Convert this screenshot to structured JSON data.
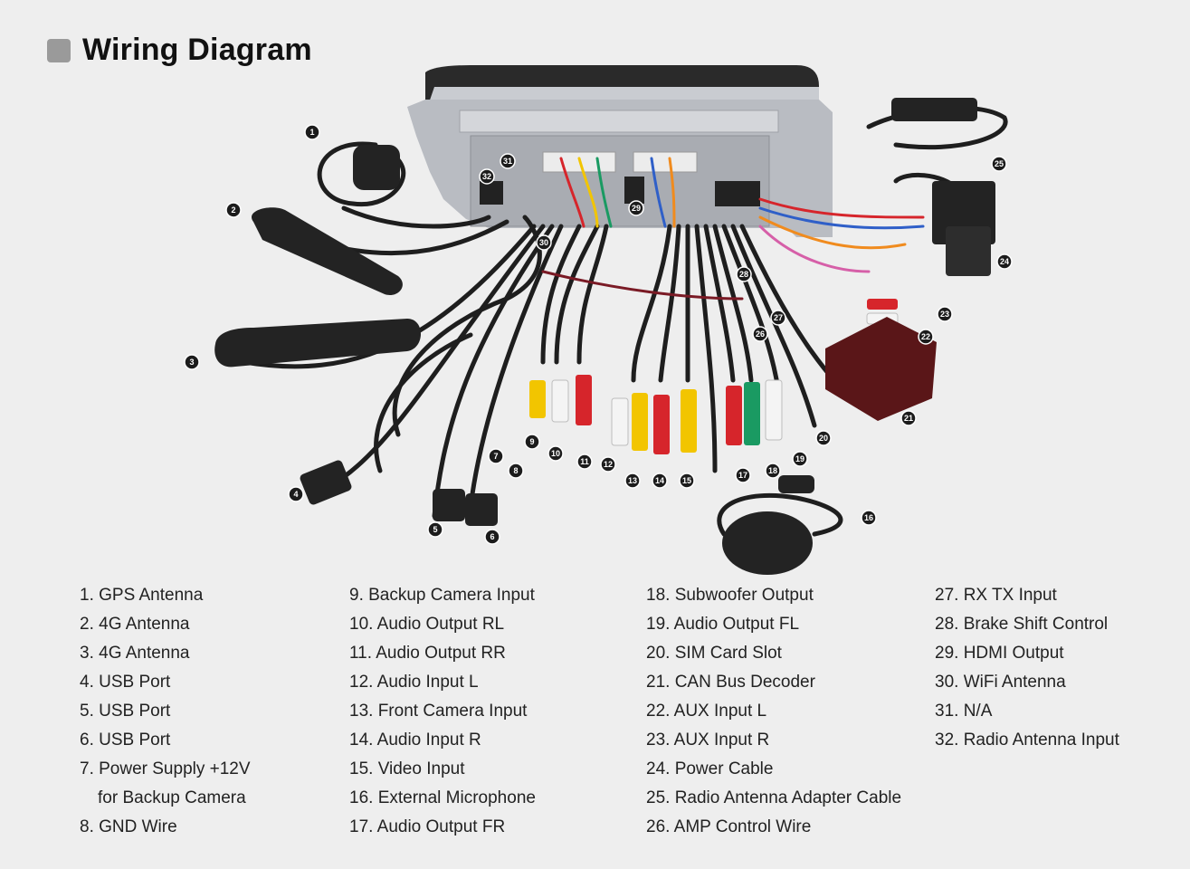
{
  "title": "Wiring Diagram",
  "callouts": [
    "1",
    "2",
    "3",
    "4",
    "5",
    "6",
    "7",
    "8",
    "9",
    "10",
    "11",
    "12",
    "13",
    "14",
    "15",
    "16",
    "17",
    "18",
    "19",
    "20",
    "21",
    "22",
    "23",
    "24",
    "25",
    "26",
    "27",
    "28",
    "29",
    "30",
    "31",
    "32"
  ],
  "legend": {
    "col1": [
      "1. GPS Antenna",
      "2. 4G Antenna",
      "3. 4G Antenna",
      "4. USB Port",
      "5. USB Port",
      "6. USB Port",
      "7. Power Supply +12V",
      "for Backup Camera",
      "8. GND Wire"
    ],
    "col2": [
      "9. Backup Camera Input",
      "10. Audio Output RL",
      "11. Audio Output RR",
      "12. Audio Input L",
      "13. Front Camera Input",
      "14. Audio Input R",
      "15. Video Input",
      "16. External Microphone",
      "17. Audio Output FR"
    ],
    "col3": [
      "18. Subwoofer Output",
      "19. Audio Output FL",
      "20. SIM Card Slot",
      "21. CAN Bus Decoder",
      "22. AUX Input L",
      "23. AUX Input R",
      "24. Power Cable",
      "25. Radio Antenna Adapter Cable",
      "26. AMP Control Wire"
    ],
    "col4": [
      "27. RX TX Input",
      "28. Brake Shift Control",
      "29. HDMI Output",
      "30. WiFi Antenna",
      "31. N/A",
      "32. Radio Antenna Input"
    ]
  },
  "colors": {
    "background": "#eeeeee",
    "cable": "#1e1e1e",
    "rca_yellow": "#f2c500",
    "rca_red": "#d6252b",
    "rca_white": "#f4f4f4",
    "rca_green": "#1a9a62",
    "unit_metal": "#b9bcc2",
    "decoder": "#5a1618",
    "callout": "#1c1c1c"
  }
}
